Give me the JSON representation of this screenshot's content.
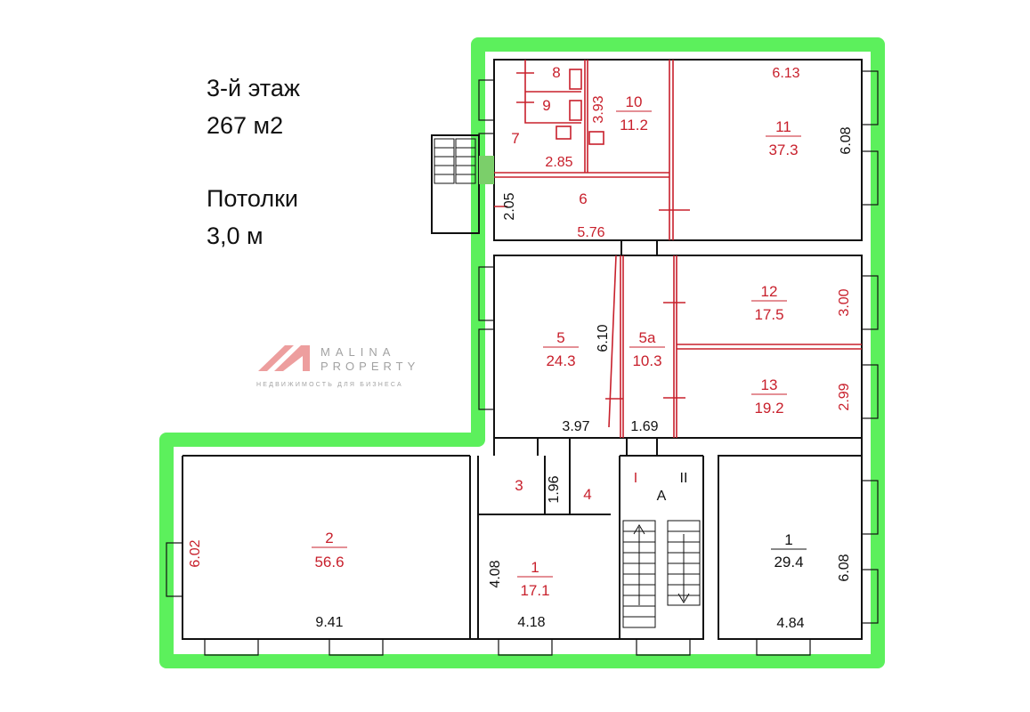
{
  "info": {
    "floor": "3-й этаж",
    "area": "267 м2",
    "ceilings_label": "Потолки",
    "ceilings_value": "3,0 м"
  },
  "watermark": {
    "line1": "MALINA",
    "line2": "PROPERTY",
    "tagline": "НЕДВИЖИМОСТЬ ДЛЯ БИЗНЕСА"
  },
  "colors": {
    "highlight": "#5cf05c",
    "rooms": "#c8202c",
    "walls": "#111111"
  },
  "rooms": [
    {
      "num": "8"
    },
    {
      "num": "9"
    },
    {
      "num": "7"
    },
    {
      "num": "10",
      "area": "11.2"
    },
    {
      "num": "11",
      "area": "37.3"
    },
    {
      "num": "6"
    },
    {
      "num": "5",
      "area": "24.3"
    },
    {
      "num": "5а",
      "area": "10.3"
    },
    {
      "num": "12",
      "area": "17.5"
    },
    {
      "num": "13",
      "area": "19.2"
    },
    {
      "num": "3"
    },
    {
      "num": "4"
    },
    {
      "num": "2",
      "area": "56.6"
    },
    {
      "num": "1",
      "area": "17.1"
    },
    {
      "num": "1",
      "area": "29.4"
    }
  ],
  "dimensions": [
    "6.13",
    "6.08",
    "3.93",
    "2.85",
    "2.05",
    "5.76",
    "6.10",
    "3.00",
    "2.99",
    "3.97",
    "1.69",
    "1.96",
    "6.02",
    "4.08",
    "9.41",
    "4.18",
    "6.08",
    "4.84"
  ],
  "stair": {
    "label": "А",
    "left": "I",
    "right": "II"
  }
}
